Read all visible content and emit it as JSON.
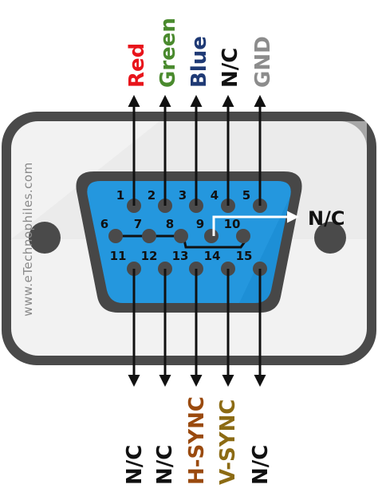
{
  "watermark": "www.eTechnophiles.com",
  "colors": {
    "red": "#e8141b",
    "green": "#4a8a2e",
    "blue": "#1f3a75",
    "black": "#111111",
    "gnd": "#8c8c8c",
    "hsync": "#9a4a0e",
    "vsync": "#8c6b14"
  },
  "top_labels": [
    {
      "pin": "1",
      "text": "Red",
      "color": "red"
    },
    {
      "pin": "2",
      "text": "Green",
      "color": "green"
    },
    {
      "pin": "3",
      "text": "Blue",
      "color": "blue"
    },
    {
      "pin": "4",
      "text": "N/C",
      "color": "black"
    },
    {
      "pin": "5",
      "text": "GND",
      "color": "gnd"
    }
  ],
  "side_label": {
    "pin": "9",
    "text": "N/C"
  },
  "bottom_labels": [
    {
      "pin": "11",
      "text": "N/C",
      "color": "black"
    },
    {
      "pin": "12",
      "text": "N/C",
      "color": "black"
    },
    {
      "pin": "13",
      "text": "H-SYNC",
      "color": "hsync"
    },
    {
      "pin": "14",
      "text": "V-SYNC",
      "color": "vsync"
    },
    {
      "pin": "15",
      "text": "N/C",
      "color": "black"
    }
  ],
  "pins": {
    "row1": [
      "1",
      "2",
      "3",
      "4",
      "5"
    ],
    "row2": [
      "6",
      "7",
      "8",
      "9",
      "10"
    ],
    "row3": [
      "11",
      "12",
      "13",
      "14",
      "15"
    ]
  }
}
